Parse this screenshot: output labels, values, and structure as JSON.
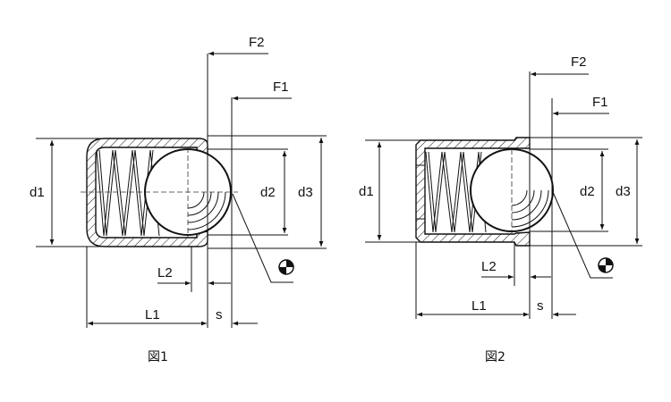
{
  "figures": [
    {
      "caption": "図1",
      "labels": {
        "F2": "F2",
        "F1": "F1",
        "d1": "d1",
        "d2": "d2",
        "d3": "d3",
        "L1": "L1",
        "L2": "L2",
        "s": "s"
      },
      "center_of_gravity_icon": "center-of-gravity-symbol"
    },
    {
      "caption": "図2",
      "labels": {
        "F2": "F2",
        "F1": "F1",
        "d1": "d1",
        "d2": "d2",
        "d3": "d3",
        "L1": "L1",
        "L2": "L2",
        "s": "s"
      },
      "center_of_gravity_icon": "center-of-gravity-symbol"
    }
  ]
}
